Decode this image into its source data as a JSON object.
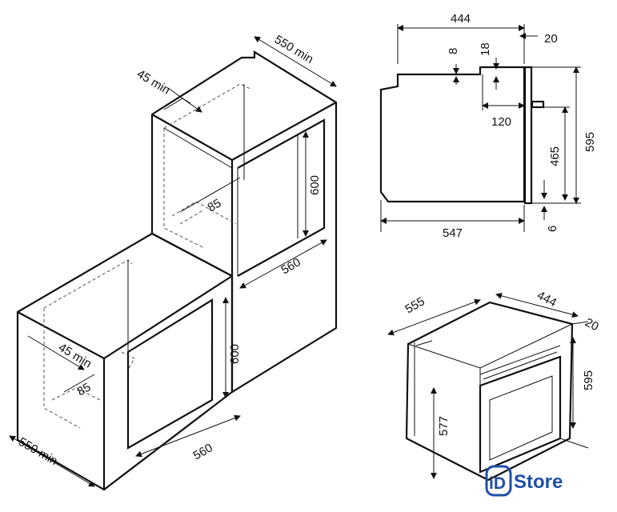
{
  "dimensions": {
    "tall_depth": "550 min",
    "tall_vent": "45 min",
    "tall_height": "600",
    "tall_width": "560",
    "tall_gap": "85",
    "base_vent": "45 min",
    "base_gap": "85",
    "base_height": "600",
    "base_width": "560",
    "base_depth": "550 min",
    "side_top_width": "444",
    "side_front": "20",
    "side_8": "8",
    "side_18": "18",
    "side_120": "120",
    "side_total_height": "595",
    "side_465": "465",
    "side_bottom_width": "547",
    "side_6": "6",
    "iso_depth": "555",
    "iso_width": "444",
    "iso_front": "20",
    "iso_height": "595",
    "iso_inner_height": "577"
  },
  "logo": {
    "mark": "iD",
    "name": "Store",
    "color": "#1f4fa8"
  }
}
